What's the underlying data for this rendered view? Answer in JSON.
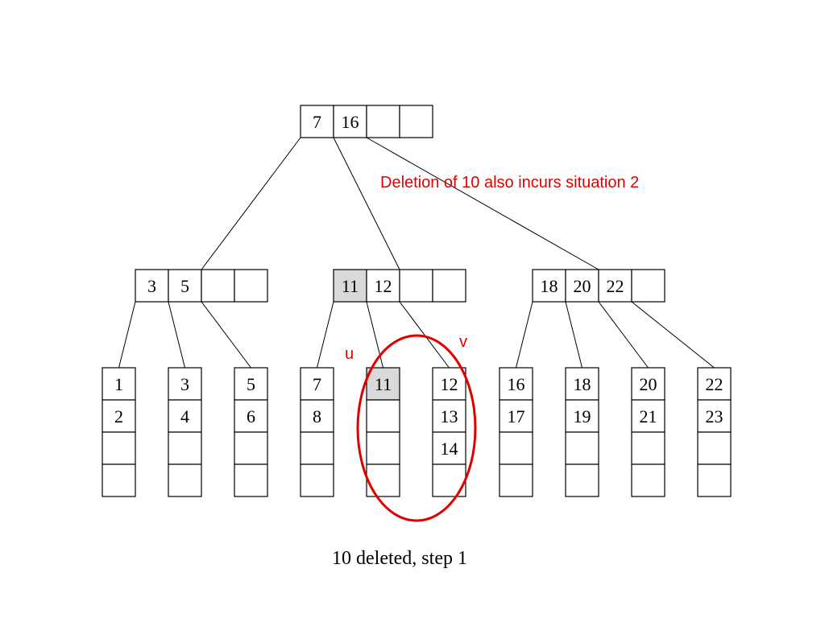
{
  "annotation": "Deletion of 10 also incurs situation 2",
  "caption": "10 deleted, step 1",
  "labels": {
    "u": "u",
    "v": "v"
  },
  "colors": {
    "highlight": "#d9d9d9",
    "annotation": "#e00000"
  },
  "tree": {
    "root": [
      "7",
      "16",
      "",
      ""
    ],
    "internal": [
      [
        "3",
        "5",
        "",
        ""
      ],
      [
        "11",
        "12",
        "",
        ""
      ],
      [
        "18",
        "20",
        "22",
        ""
      ]
    ],
    "leaves": [
      [
        "1",
        "2",
        "",
        ""
      ],
      [
        "3",
        "4",
        "",
        ""
      ],
      [
        "5",
        "6",
        "",
        ""
      ],
      [
        "7",
        "8",
        "",
        ""
      ],
      [
        "11",
        "",
        "",
        ""
      ],
      [
        "12",
        "13",
        "14",
        ""
      ],
      [
        "16",
        "17",
        "",
        ""
      ],
      [
        "18",
        "19",
        "",
        ""
      ],
      [
        "20",
        "21",
        "",
        ""
      ],
      [
        "22",
        "23",
        "",
        ""
      ]
    ],
    "highlighted": [
      "internal.1.0",
      "leaves.4.0"
    ]
  }
}
